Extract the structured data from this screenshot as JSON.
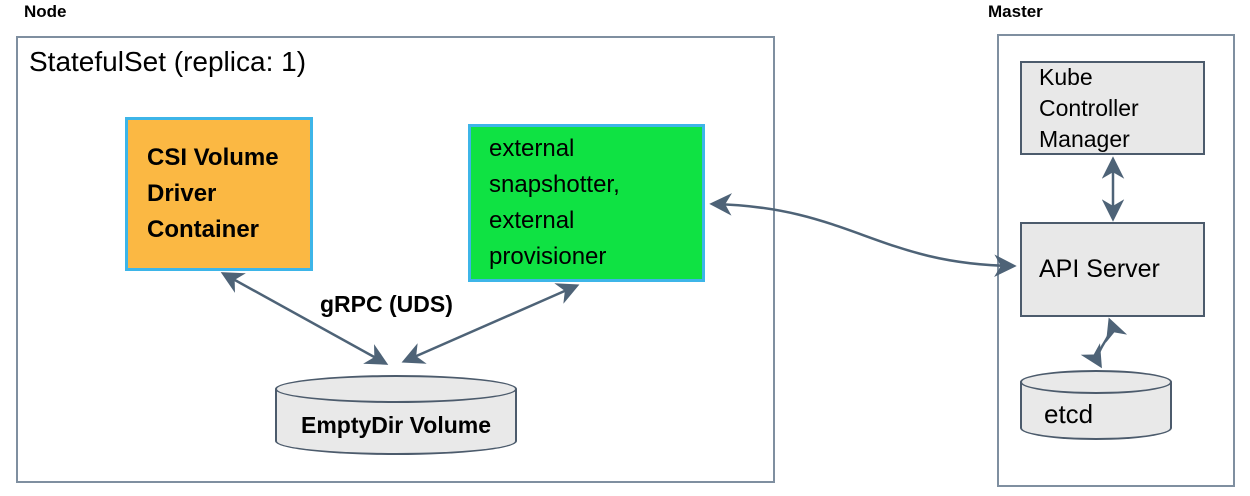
{
  "node": {
    "label": "Node",
    "statefulset_label": "StatefulSet (replica: 1)",
    "csi_box_label": "CSI Volume\nDriver\nContainer",
    "external_box_label": "external\nsnapshotter,\nexternal\nprovisioner",
    "grpc_label": "gRPC (UDS)",
    "emptydir_label": "EmptyDir Volume"
  },
  "master": {
    "label": "Master",
    "kcm_box_label": "Kube\nController\nManager",
    "api_server_label": "API Server",
    "etcd_label": "etcd"
  },
  "colors": {
    "accent_orange": "#fbb843",
    "accent_green": "#0fe243",
    "accent_cyan": "#3db5e8",
    "box_gray": "#e8e8e8",
    "slate_border": "#4c5b6c",
    "arrow": "#4e6377",
    "outer_border": "#7f8fa0"
  }
}
